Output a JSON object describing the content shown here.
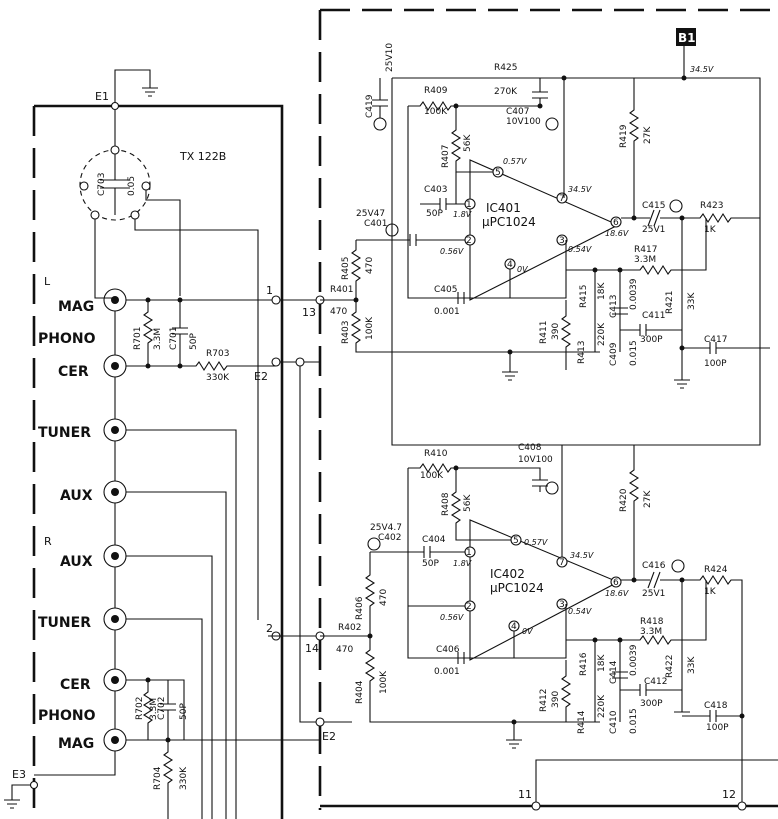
{
  "board": {
    "name": "TX 122B",
    "b1": "B1",
    "supply": "34.5V"
  },
  "terminals": {
    "e1": "E1",
    "e2": "E2",
    "e2b": "E2",
    "e3": "E3",
    "t1": "1",
    "t2": "2",
    "t11": "11",
    "t12": "12",
    "t13": "13",
    "t14": "14"
  },
  "inputs": {
    "l": "L",
    "r": "R",
    "phono1": "PHONO",
    "phono2": "PHONO",
    "mag_l": "MAG",
    "cer_l": "CER",
    "tuner_l": "TUNER",
    "aux_l": "AUX",
    "aux_r": "AUX",
    "tuner_r": "TUNER",
    "cer_r": "CER",
    "mag_r": "MAG"
  },
  "ic401": {
    "ref": "IC401",
    "part": "μPC1024",
    "v5": "0.57V",
    "v7": "34.5V",
    "v6": "18.6V",
    "v3": "0.54V",
    "v2": "0.56V",
    "v4": "0V",
    "v1": "1.8V"
  },
  "ic402": {
    "ref": "IC402",
    "part": "μPC1024",
    "v5": "0.57V",
    "v7": "34.5V",
    "v6": "18.6V",
    "v3": "0.54V",
    "v2": "0.56V",
    "v4": "0V",
    "v1": "1.8V"
  },
  "parts": {
    "c703": [
      "C703",
      "0.05"
    ],
    "r701": [
      "R701",
      "3.3M"
    ],
    "c701": [
      "C701",
      "50P"
    ],
    "r703": [
      "R703",
      "330K"
    ],
    "r702": [
      "R702",
      "3.3M"
    ],
    "c702": [
      "C702",
      "50P"
    ],
    "r704": [
      "R704",
      "330K"
    ],
    "c419": [
      "C419",
      "25V10"
    ],
    "r409": [
      "R409",
      "100K"
    ],
    "r425": [
      "R425",
      "270K"
    ],
    "c407": [
      "C407",
      "10V100"
    ],
    "r407": [
      "R407",
      "56K"
    ],
    "r419": [
      "R419",
      "27K"
    ],
    "c403": [
      "C403",
      "50P"
    ],
    "c401": [
      "C401",
      "25V47"
    ],
    "r405": [
      "R405",
      "470"
    ],
    "r401": [
      "R401",
      "470"
    ],
    "r403": [
      "R403",
      "100K"
    ],
    "c405": [
      "C405",
      "0.001"
    ],
    "c415": [
      "C415",
      "25V1"
    ],
    "r423": [
      "R423",
      "1K"
    ],
    "r417": [
      "R417",
      "3.3M"
    ],
    "r415": [
      "R415",
      "18K"
    ],
    "c413": [
      "C413",
      "0.0039"
    ],
    "r421": [
      "R421",
      "33K"
    ],
    "c411": [
      "C411",
      "300P"
    ],
    "r411": [
      "R411",
      "390"
    ],
    "r413": [
      "R413",
      "220K"
    ],
    "c409": [
      "C409",
      "0.015"
    ],
    "c417": [
      "C417",
      "100P"
    ],
    "r410": [
      "R410",
      "100K"
    ],
    "c408": [
      "C408",
      "10V100"
    ],
    "r408": [
      "R408",
      "56K"
    ],
    "r420": [
      "R420",
      "27K"
    ],
    "c402": [
      "C402",
      "25V4.7"
    ],
    "c404": [
      "C404",
      "50P"
    ],
    "r406": [
      "R406",
      "470"
    ],
    "r402": [
      "R402",
      "470"
    ],
    "r404": [
      "R404",
      "100K"
    ],
    "c406": [
      "C406",
      "0.001"
    ],
    "c416": [
      "C416",
      "25V1"
    ],
    "r424": [
      "R424",
      "1K"
    ],
    "r418": [
      "R418",
      "3.3M"
    ],
    "r416": [
      "R416",
      "18K"
    ],
    "c414": [
      "C414",
      "0.0039"
    ],
    "r422": [
      "R422",
      "33K"
    ],
    "c412": [
      "C412",
      "300P"
    ],
    "r412": [
      "R412",
      "390"
    ],
    "r414": [
      "R414",
      "220K"
    ],
    "c410": [
      "C410",
      "0.015"
    ],
    "c418": [
      "C418",
      "100P"
    ]
  }
}
